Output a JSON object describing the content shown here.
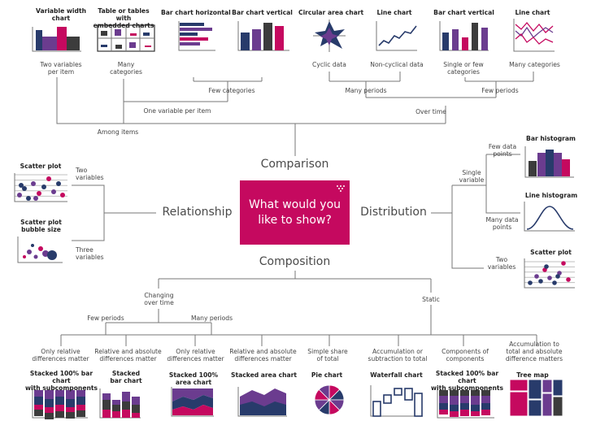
{
  "colors": {
    "magenta": "#c5095f",
    "navy": "#283b6b",
    "purple": "#6b3c8f",
    "charcoal": "#3c3c3c",
    "line": "#777777",
    "grid": "#bfbfbf"
  },
  "center": {
    "question": "What would you\nlike to show?",
    "icon": "dots-icon"
  },
  "categories": {
    "comparison": "Comparison",
    "relationship": "Relationship",
    "distribution": "Distribution",
    "composition": "Composition"
  },
  "comparison": {
    "among_items": "Among items",
    "over_time": "Over time",
    "one_variable_per_item": "One variable per item",
    "few_categories": "Few categories",
    "many_periods": "Many periods",
    "few_periods": "Few periods",
    "charts": [
      {
        "title": "Variable width\nchart",
        "condition": "Two variables\nper item"
      },
      {
        "title": "Table or tables with\nembedded charts",
        "condition": "Many\ncategories"
      },
      {
        "title": "Bar chart horizontal",
        "condition": ""
      },
      {
        "title": "Bar chart vertical",
        "condition": ""
      },
      {
        "title": "Circular area chart",
        "condition": "Cyclic data"
      },
      {
        "title": "Line chart",
        "condition": "Non-cyclical data"
      },
      {
        "title": "Bar chart vertical",
        "condition": "Single or few\ncategories"
      },
      {
        "title": "Line chart",
        "condition": "Many categories"
      }
    ]
  },
  "relationship": {
    "two_variables": "Two\nvariables",
    "three_variables": "Three\nvariables",
    "scatter_plot": "Scatter plot",
    "bubble": "Scatter plot\nbubble size"
  },
  "distribution": {
    "single_variable": "Single\nvariable",
    "two_variables": "Two\nvariables",
    "few_points": "Few data\npoints",
    "many_points": "Many data\npoints",
    "bar_histogram": "Bar histogram",
    "line_histogram": "Line histogram",
    "scatter_plot": "Scatter plot"
  },
  "composition": {
    "changing": "Changing\nover time",
    "static": "Static",
    "few_periods": "Few periods",
    "many_periods": "Many periods",
    "conditions": [
      "Only relative\ndifferences matter",
      "Relative and absolute\ndifferences matter",
      "Only relative\ndifferences matter",
      "Relative and absolute\ndifferences matter",
      "Simple share\nof total",
      "Accumulation or\nsubtraction to total",
      "Components of\ncomponents",
      "Accumulation to\ntotal and absolute\ndifference matters"
    ],
    "charts": [
      "Stacked 100% bar chart\nwith subcomponents",
      "Stacked\nbar chart",
      "Stacked 100%\narea chart",
      "Stacked area chart",
      "Pie chart",
      "Waterfall chart",
      "Stacked 100% bar chart\nwith subcomponents",
      "Tree map"
    ]
  }
}
